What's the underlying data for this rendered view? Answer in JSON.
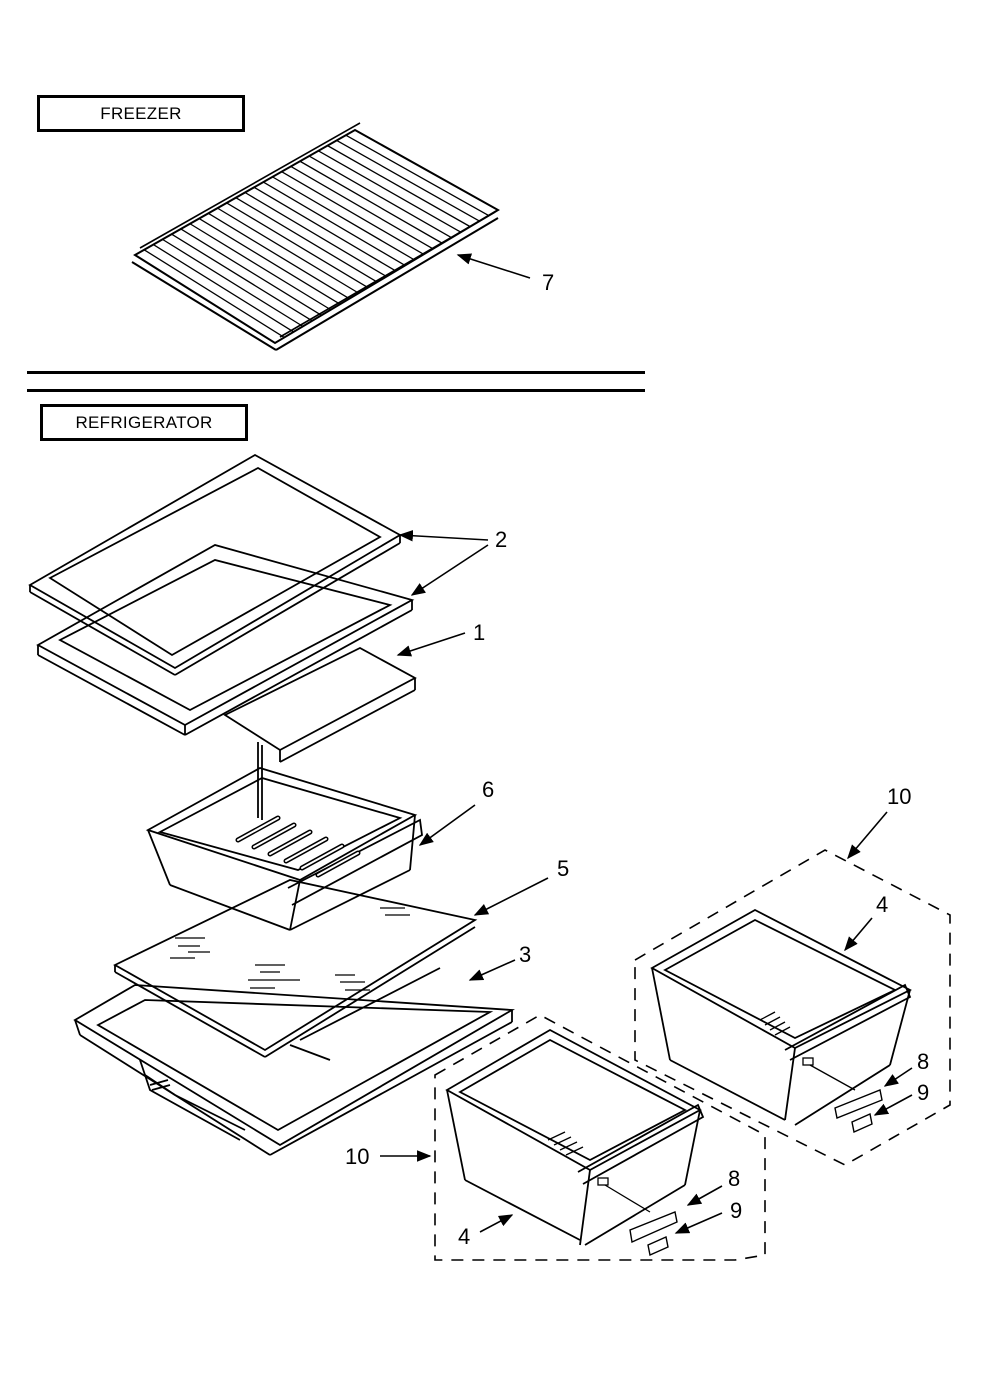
{
  "sections": {
    "freezer": "FREEZER",
    "refrigerator": "REFRIGERATOR"
  },
  "callouts": {
    "c7": "7",
    "c2": "2",
    "c1": "1",
    "c6": "6",
    "c5": "5",
    "c3": "3",
    "c10a": "10",
    "c4a": "4",
    "c8a": "8",
    "c9a": "9",
    "c10b": "10",
    "c4b": "4",
    "c8b": "8",
    "c9b": "9"
  }
}
